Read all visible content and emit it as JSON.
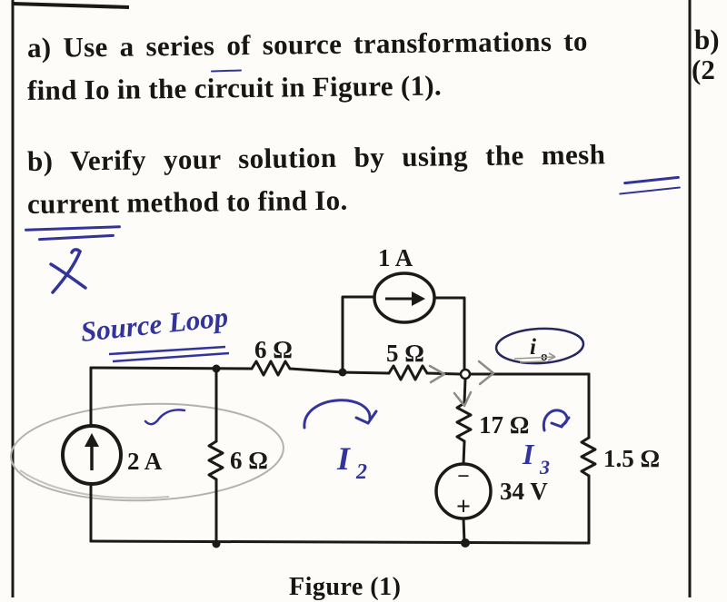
{
  "colors": {
    "ink": "#1c1a18",
    "blue_pen": "#32349b",
    "pencil": "#b5b1ab",
    "pencil_dark": "#8f8b86",
    "paper": "#fdfcf9"
  },
  "problem_text": {
    "a_line1": "a) Use a series of source transformations to",
    "a_line2": "find Io in the circuit in Figure (1).",
    "b_line1": "b) Verify your solution by using the mesh",
    "b_line2": "current method to find Io."
  },
  "side_column": {
    "part_label": "b)",
    "points_label": "(2"
  },
  "figure": {
    "caption": "Figure (1)",
    "components": {
      "top_current_source": "1 A",
      "left_current_source": "2 A",
      "series_resistor_left": "6 Ω",
      "shunt_resistor": "6 Ω",
      "series_resistor_right": "5 Ω",
      "middle_resistor": "17 Ω",
      "voltage_source": "34 V",
      "right_resistor": "1.5 Ω",
      "voltage_minus": "−",
      "voltage_plus": "+",
      "output_current_main": "i",
      "output_current_sub": "o"
    }
  },
  "handwriting": {
    "source_loop_note": "Source Loop",
    "loop2_main": "I",
    "loop2_sub": "2",
    "loop3_main": "I",
    "loop3_sub": "3"
  }
}
